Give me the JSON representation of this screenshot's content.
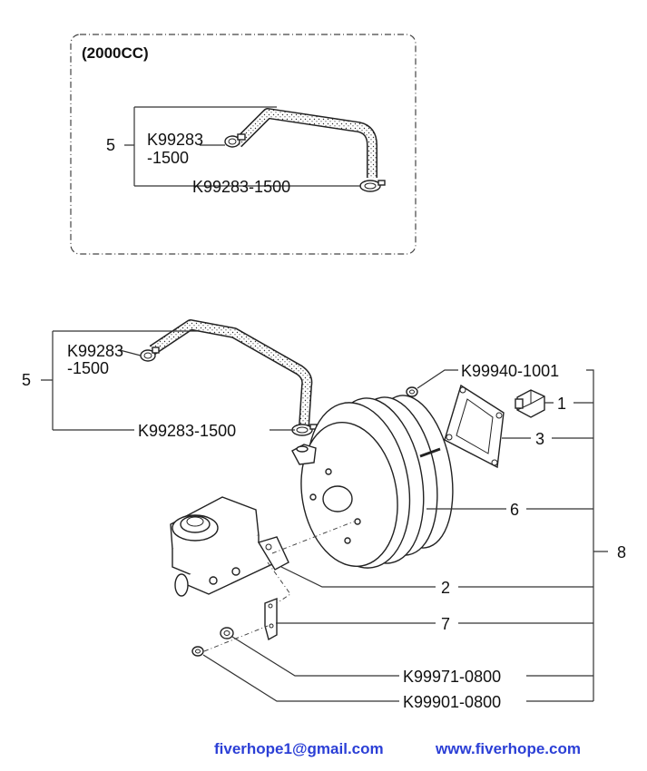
{
  "inset": {
    "title": "(2000CC)",
    "ref_5": "5",
    "clamp_label_top": "K99283",
    "clamp_label_bottom": "-1500",
    "clamp_label_lower": "K99283-1500"
  },
  "main": {
    "ref_5": "5",
    "clamp_label_top": "K99283",
    "clamp_label_bottom": "-1500",
    "clamp_label_lower": "K99283-1500",
    "nut_label": "K99940-1001",
    "ref_1": "1",
    "ref_3": "3",
    "ref_6": "6",
    "ref_8": "8",
    "ref_2": "2",
    "ref_7": "7",
    "washer_label": "K99971-0800",
    "nut2_label": "K99901-0800"
  },
  "footer": {
    "email": "fiverhope1@gmail.com",
    "website": "www.fiverhope.com"
  }
}
